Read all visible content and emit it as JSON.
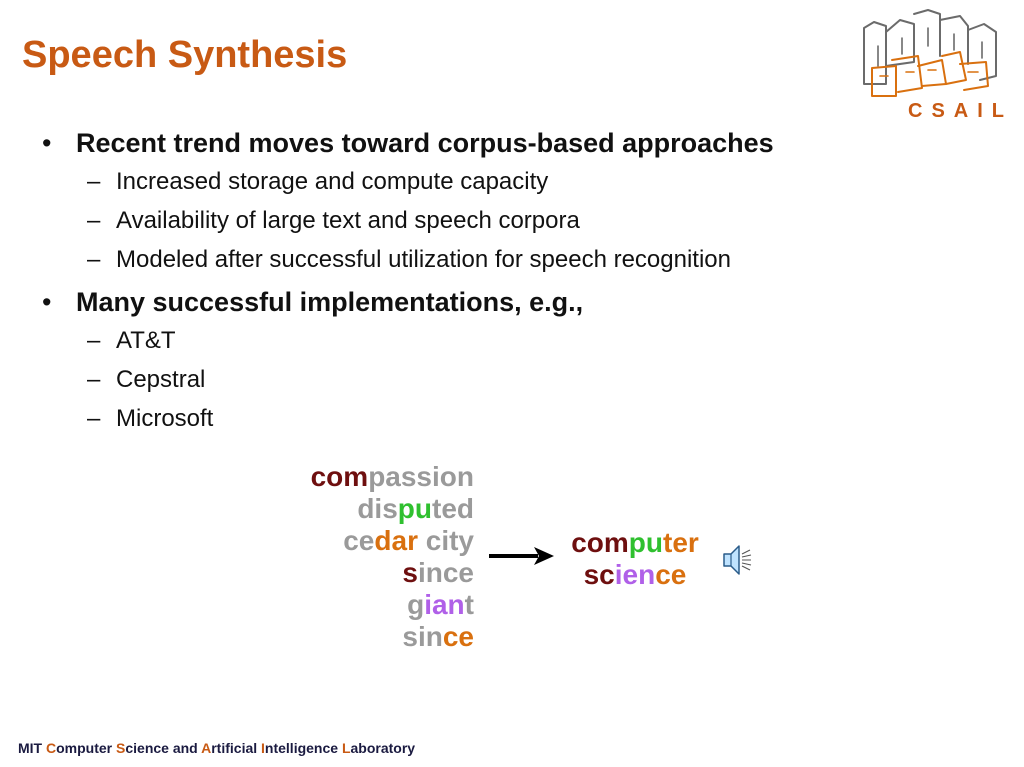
{
  "slide": {
    "title": "Speech Synthesis",
    "logo_text": "CSAIL"
  },
  "bullets": [
    {
      "text": "Recent trend moves toward corpus-based approaches",
      "subs": [
        "Increased storage and compute capacity",
        "Availability of large text and speech corpora",
        "Modeled after successful utilization for speech recognition"
      ]
    },
    {
      "text": "Many successful implementations, e.g.,",
      "subs": [
        "AT&T",
        "Cepstral",
        "Microsoft"
      ]
    }
  ],
  "markers": {
    "bullet": "•",
    "dash": "–"
  },
  "concat": {
    "source_words": [
      [
        {
          "t": "com",
          "c": "maroon"
        },
        {
          "t": "passion",
          "c": "gray"
        }
      ],
      [
        {
          "t": "dis",
          "c": "gray"
        },
        {
          "t": "pu",
          "c": "green"
        },
        {
          "t": "ted",
          "c": "gray"
        }
      ],
      [
        {
          "t": "ce",
          "c": "gray"
        },
        {
          "t": "dar",
          "c": "orange"
        },
        {
          "t": " city",
          "c": "gray"
        }
      ],
      [
        {
          "t": "s",
          "c": "maroon"
        },
        {
          "t": "ince",
          "c": "gray"
        }
      ],
      [
        {
          "t": "g",
          "c": "gray"
        },
        {
          "t": "ian",
          "c": "purple"
        },
        {
          "t": "t",
          "c": "gray"
        }
      ],
      [
        {
          "t": "sin",
          "c": "gray"
        },
        {
          "t": "ce",
          "c": "orange"
        }
      ]
    ],
    "target_words": [
      [
        {
          "t": "com",
          "c": "maroon"
        },
        {
          "t": "pu",
          "c": "green"
        },
        {
          "t": "ter",
          "c": "orange"
        }
      ],
      [
        {
          "t": "sc",
          "c": "maroon"
        },
        {
          "t": "ien",
          "c": "purple"
        },
        {
          "t": "ce",
          "c": "orange"
        }
      ]
    ],
    "palette": {
      "maroon": "#6e0f0f",
      "gray": "#9a9a9a",
      "green": "#2fc02f",
      "orange": "#d9700f",
      "purple": "#b060e8"
    },
    "speaker_icon": "speaker-icon",
    "arrow_icon": "arrow-right-icon"
  },
  "footer": [
    {
      "t": "MIT ",
      "accent": false
    },
    {
      "t": "C",
      "accent": true
    },
    {
      "t": "omputer ",
      "accent": false
    },
    {
      "t": "S",
      "accent": true
    },
    {
      "t": "cience and ",
      "accent": false
    },
    {
      "t": "A",
      "accent": true
    },
    {
      "t": "rtificial ",
      "accent": false
    },
    {
      "t": "I",
      "accent": true
    },
    {
      "t": "ntelligence ",
      "accent": false
    },
    {
      "t": "L",
      "accent": true
    },
    {
      "t": "aboratory",
      "accent": false
    }
  ],
  "colors": {
    "accent": "#c85a14",
    "text": "#111111",
    "footer_text": "#1a1a40"
  }
}
